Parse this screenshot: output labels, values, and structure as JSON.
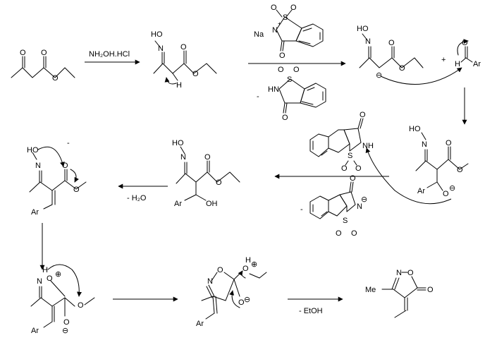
{
  "colors": {
    "ink": "#000000",
    "background": "#ffffff"
  },
  "atoms": {
    "O": "O",
    "N": "N",
    "S": "S",
    "H": "H",
    "Na": "Na",
    "HO": "HO",
    "OH": "OH",
    "NH": "NH",
    "HN": "HN",
    "Ar": "Ar",
    "Me": "Me",
    "HO_N": "HO",
    "minus_glyph": "⊖",
    "plus_glyph": "⊕",
    "plus": "+",
    "plus_small": "+",
    "dash": "-"
  },
  "reagents": {
    "step1_reagent": "NH₂OH.HCl",
    "dehydration": "- H₂O",
    "ethanol_loss": "- EtOH"
  }
}
